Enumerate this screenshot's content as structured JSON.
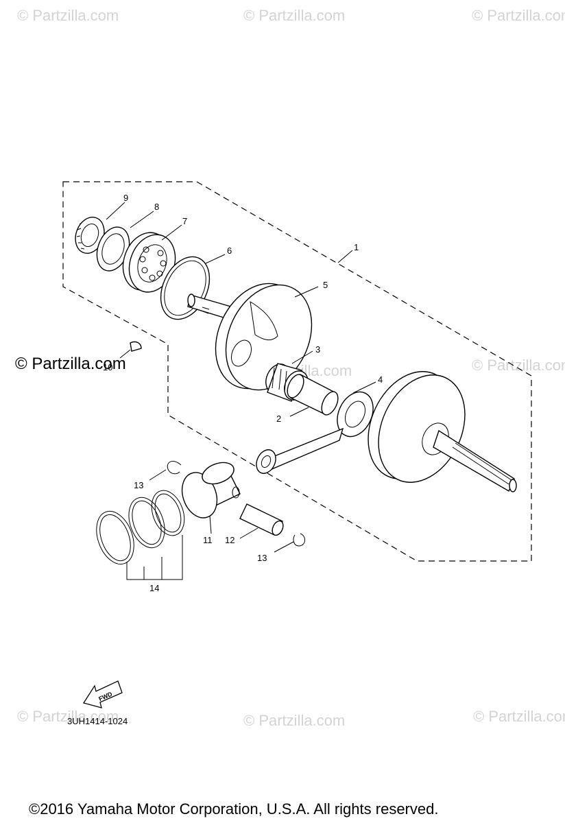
{
  "watermark": "© Partzilla.com",
  "callouts": {
    "c1": "1",
    "c2": "2",
    "c3": "3",
    "c4": "4",
    "c5": "5",
    "c6": "6",
    "c7": "7",
    "c8": "8",
    "c9": "9",
    "c10": "10",
    "c11": "11",
    "c12": "12",
    "c13a": "13",
    "c13b": "13",
    "c14": "14"
  },
  "fwd_label": "FWD",
  "diagram_code": "3UH1414-1024",
  "copyright": "©2016  Yamaha Motor Corporation, U.S.A. All rights reserved."
}
